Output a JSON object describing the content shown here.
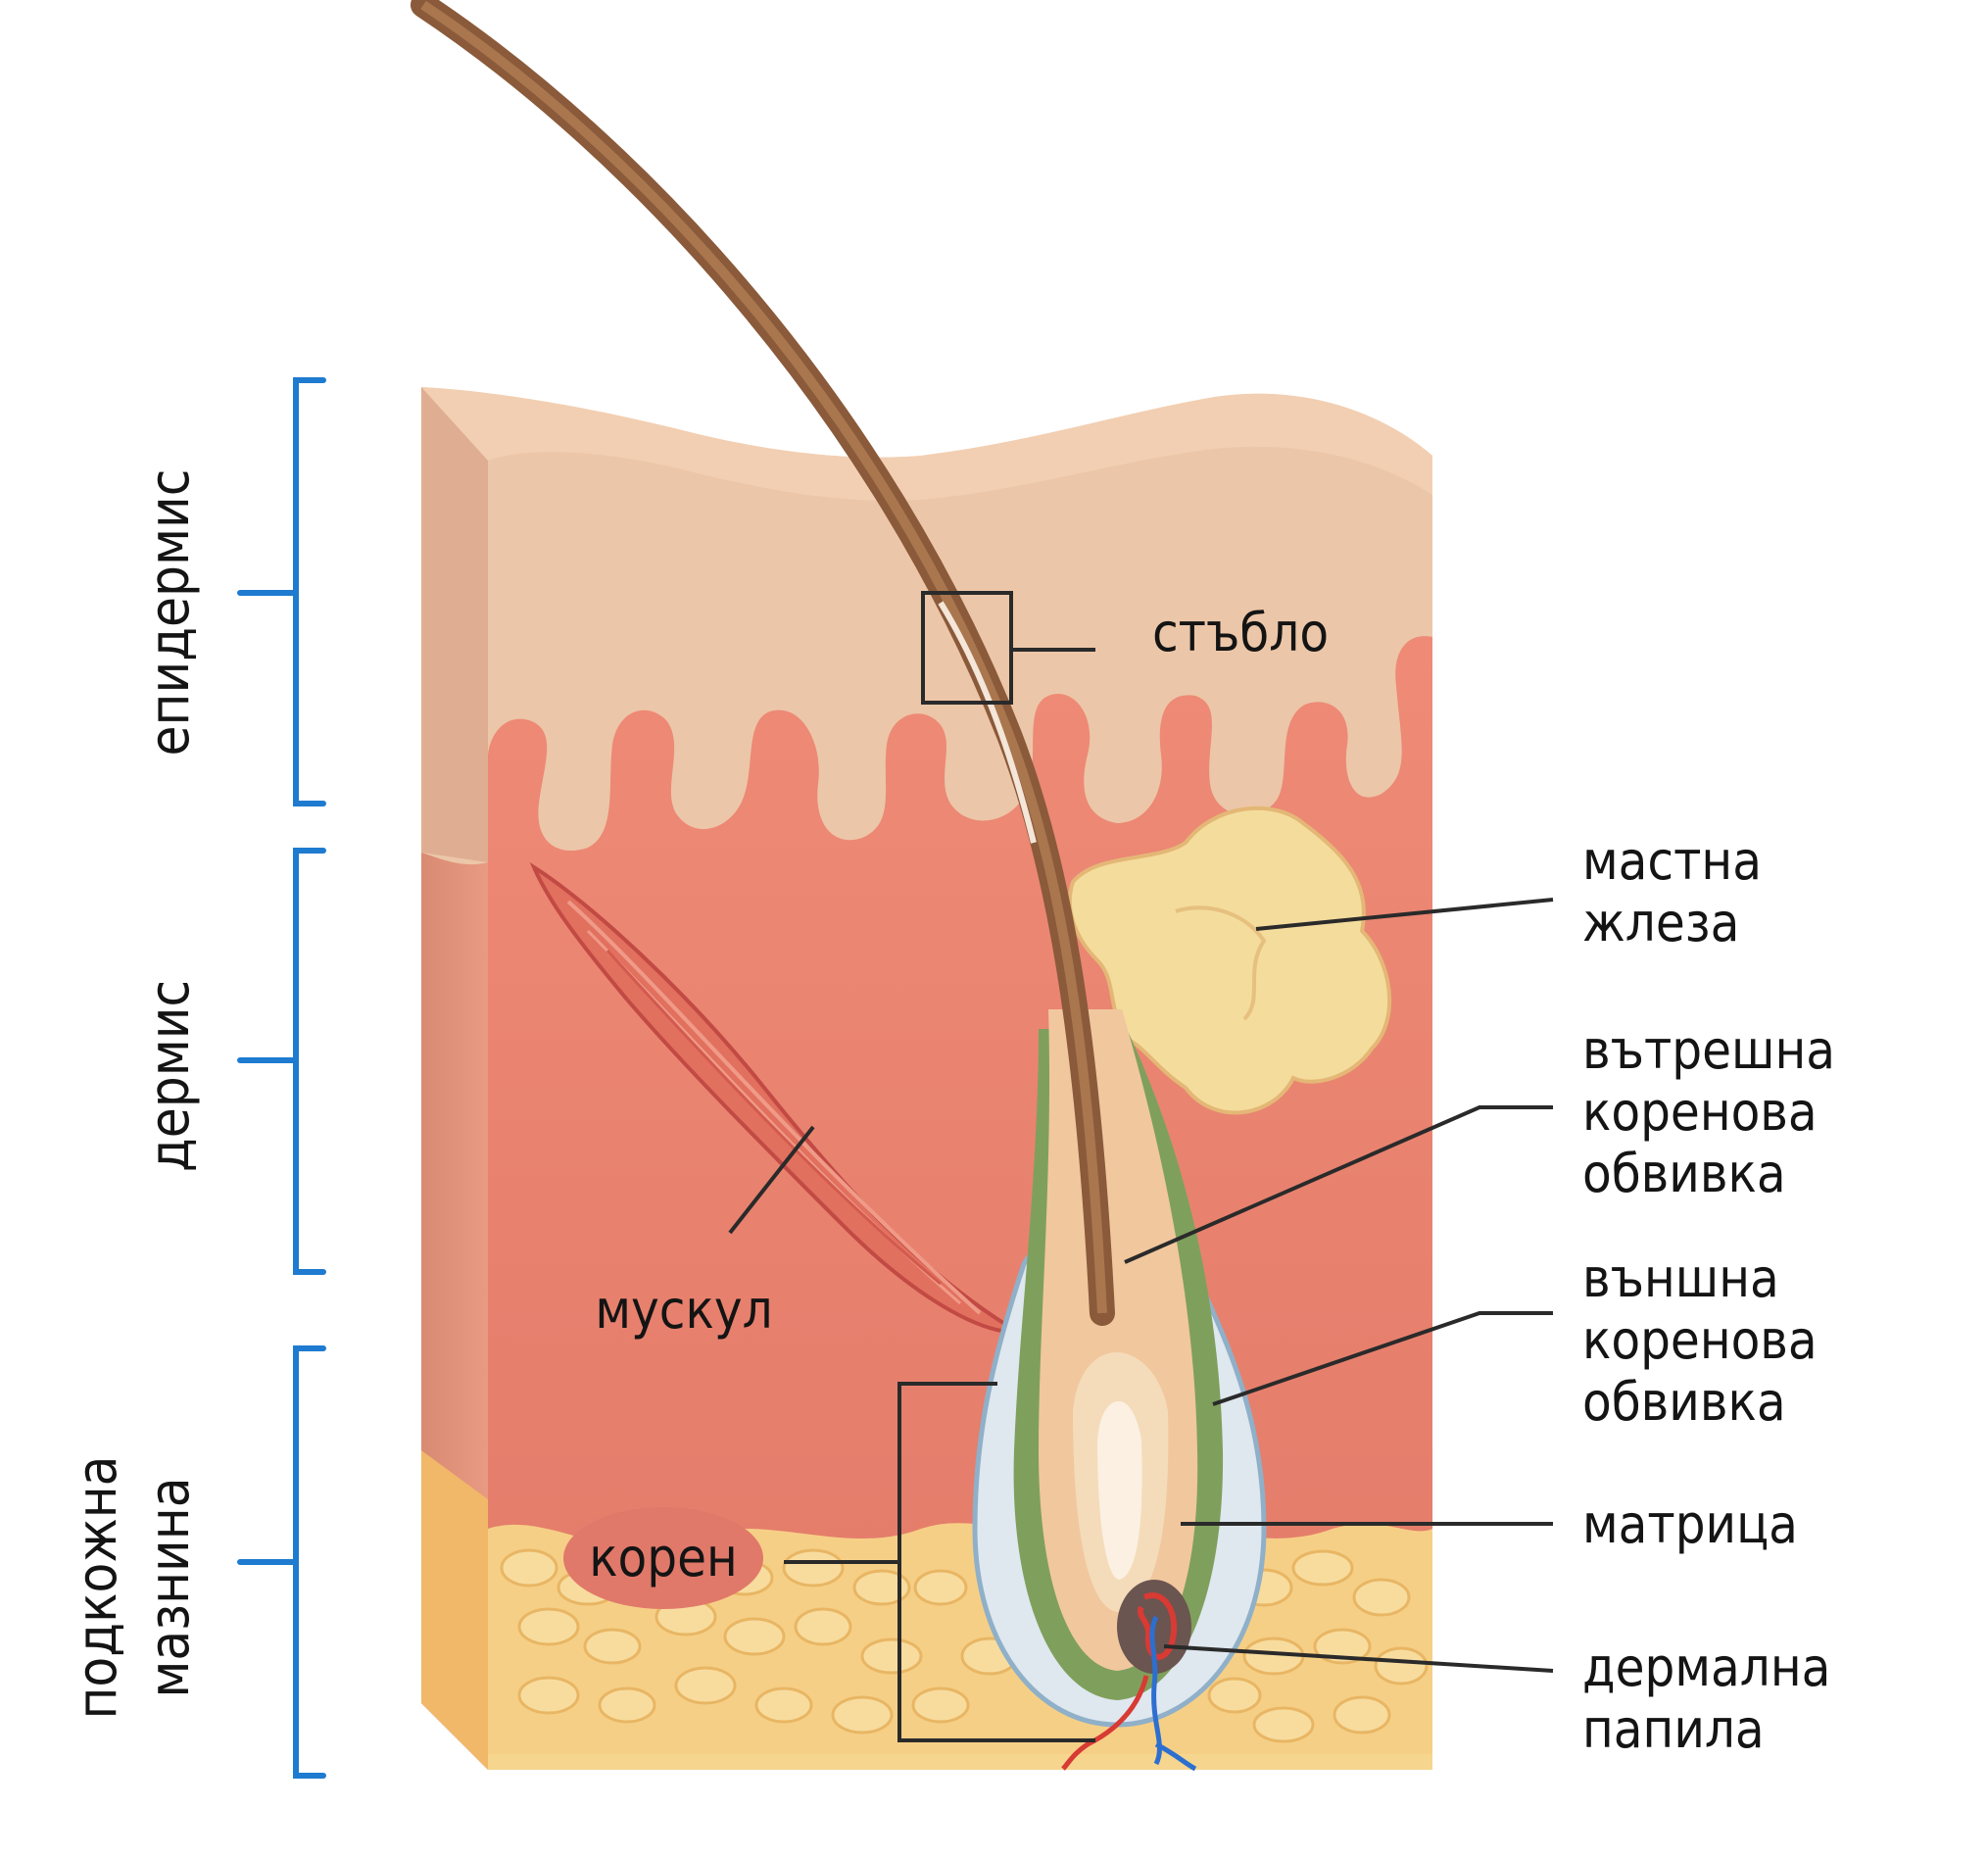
{
  "layers": {
    "epidermis": "епидермис",
    "dermis": "дермис",
    "hypodermis_line1": "подкожна",
    "hypodermis_line2": "мазнина"
  },
  "labels": {
    "shaft": "стъбло",
    "sebaceous_line1": "мастна",
    "sebaceous_line2": "жлеза",
    "inner_line1": "вътрешна",
    "inner_line2": "коренова",
    "inner_line3": "обвивка",
    "outer_line1": "външна",
    "outer_line2": "коренова",
    "outer_line3": "обвивка",
    "matrix": "матрица",
    "papilla_line1": "дермална",
    "papilla_line2": "папила",
    "muscle": "мускул",
    "root": "корен"
  },
  "colors": {
    "bracket": "#1e7bd0",
    "epidermis": "#ecc6a8",
    "dermis": "#ef8f7a",
    "fat": "#f5c77a",
    "hair": "#8a5a3a",
    "sheath_outer": "#dde6ee",
    "sheath_inner": "#7fa05c",
    "gland": "#f4dc9c"
  },
  "icons": [
    "skin-block-illustration",
    "hair-follicle-illustration",
    "arrector-muscle-illustration",
    "sebaceous-gland-illustration"
  ]
}
